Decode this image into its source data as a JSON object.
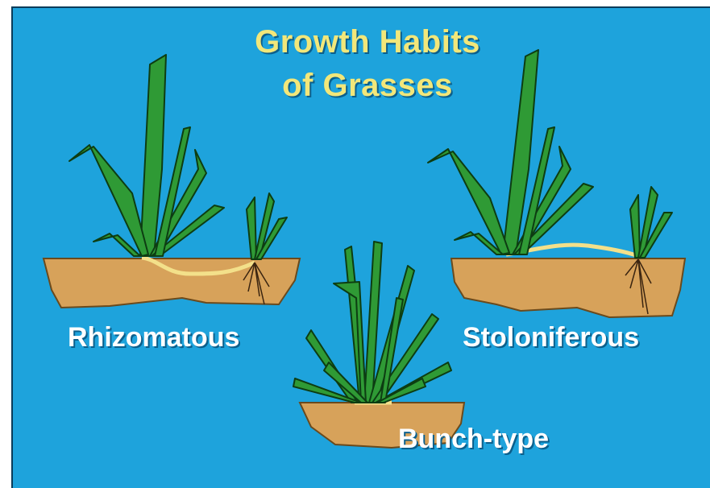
{
  "title": {
    "line1": "Growth Habits",
    "line2": "of Grasses"
  },
  "labels": {
    "rhizomatous": "Rhizomatous",
    "stoloniferous": "Stoloniferous",
    "bunch_type": "Bunch-type"
  },
  "colors": {
    "background": "#1ea3dc",
    "soil": "#d7a25a",
    "grass": "#2f9a35",
    "grass_outline": "#0d3d12",
    "stem": "#f3e08a",
    "title_text": "#f2e77a",
    "label_text": "#ffffff"
  }
}
